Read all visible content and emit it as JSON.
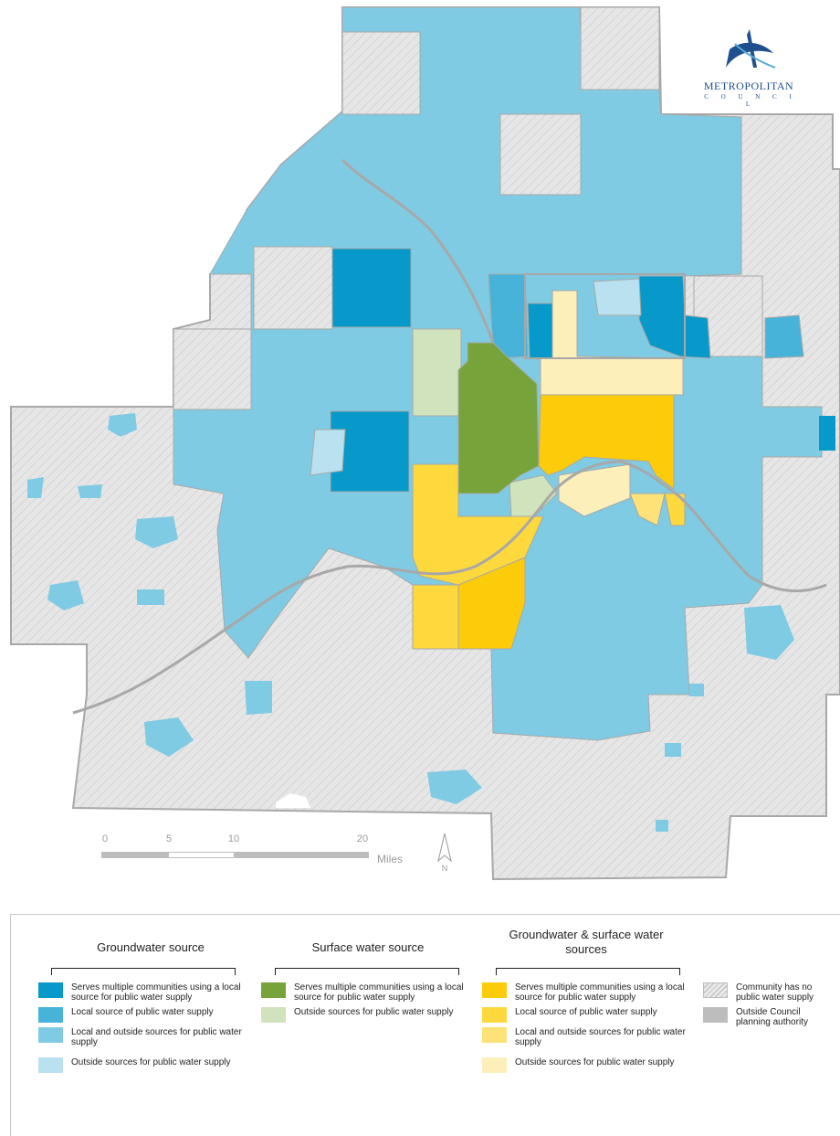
{
  "logo": {
    "name": "METROPOLITAN",
    "sub": "C O U N C I L"
  },
  "scale": {
    "ticks": [
      "0",
      "5",
      "10",
      "20"
    ],
    "unit": "Miles"
  },
  "north": {
    "label": "N"
  },
  "colors": {
    "gw_multi": "#0699c9",
    "gw_local": "#48b3d9",
    "gw_local_outside": "#7fcbe3",
    "gw_outside": "#b9e1f0",
    "sw_multi": "#77a33b",
    "sw_outside": "#d1e3bd",
    "gs_multi": "#fccc0a",
    "gs_local": "#fdd93e",
    "gs_local_outside": "#fde278",
    "gs_outside": "#fdefba",
    "no_supply": "#e6e6e6",
    "outside_authority": "#bdbdbd",
    "boundary": "#a8a8a8"
  },
  "legend": {
    "groundwater": {
      "title": "Groundwater source",
      "items": [
        {
          "label": "Serves multiple communities using a local source for public water supply",
          "color": "#0699c9"
        },
        {
          "label": "Local source of public water supply",
          "color": "#48b3d9"
        },
        {
          "label": "Local and outside sources for public water supply",
          "color": "#7fcbe3"
        },
        {
          "label": "Outside sources for public water supply",
          "color": "#b9e1f0"
        }
      ]
    },
    "surface": {
      "title": "Surface water source",
      "items": [
        {
          "label": "Serves multiple communities using a local source for public water supply",
          "color": "#77a33b"
        },
        {
          "label": "Outside sources for public water supply",
          "color": "#d1e3bd"
        }
      ]
    },
    "both": {
      "title": "Groundwater & surface water sources",
      "items": [
        {
          "label": "Serves multiple communities using a local source for public water supply",
          "color": "#fccc0a"
        },
        {
          "label": "Local source of public water supply",
          "color": "#fdd93e"
        },
        {
          "label": "Local and outside sources for public water supply",
          "color": "#fde278"
        },
        {
          "label": "Outside sources for public water supply",
          "color": "#fdefba"
        }
      ]
    },
    "other": {
      "items": [
        {
          "label": "Community has no public water supply",
          "color": "#e6e6e6"
        },
        {
          "label": "Outside Council planning authority",
          "color": "#bdbdbd"
        }
      ]
    }
  }
}
